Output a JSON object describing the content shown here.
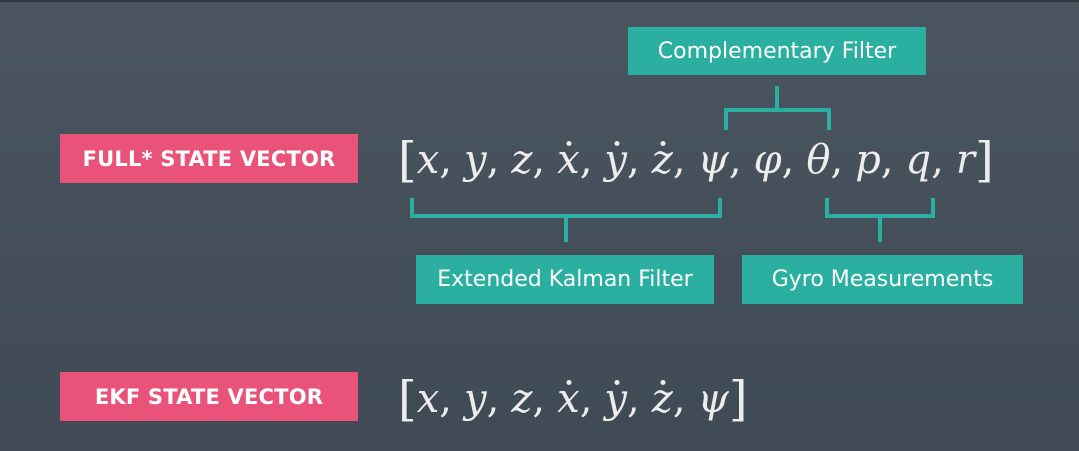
{
  "full_vector": {
    "label": "FULL* STATE VECTOR",
    "open": "[",
    "close": "]",
    "separator": ",",
    "vars": [
      {
        "sym": "x",
        "dot": false
      },
      {
        "sym": "y",
        "dot": false
      },
      {
        "sym": "z",
        "dot": false
      },
      {
        "sym": "x",
        "dot": true
      },
      {
        "sym": "y",
        "dot": true
      },
      {
        "sym": "z",
        "dot": true
      },
      {
        "sym": "ψ",
        "dot": false
      },
      {
        "sym": "φ",
        "dot": false
      },
      {
        "sym": "θ",
        "dot": false
      },
      {
        "sym": "p",
        "dot": false
      },
      {
        "sym": "q",
        "dot": false
      },
      {
        "sym": "r",
        "dot": false
      }
    ]
  },
  "ekf_vector": {
    "label": "EKF STATE VECTOR",
    "open": "[",
    "close": "]",
    "separator": ",",
    "vars": [
      {
        "sym": "x",
        "dot": false
      },
      {
        "sym": "y",
        "dot": false
      },
      {
        "sym": "z",
        "dot": false
      },
      {
        "sym": "x",
        "dot": true
      },
      {
        "sym": "y",
        "dot": true
      },
      {
        "sym": "z",
        "dot": true
      },
      {
        "sym": "ψ",
        "dot": false
      }
    ]
  },
  "annotations": {
    "complementary": "Complementary Filter",
    "ekf": "Extended Kalman Filter",
    "gyro": "Gyro Measurements"
  },
  "colors": {
    "label_pink": "#e9537a",
    "annotation_teal": "#2bafa0",
    "background": "#46515c",
    "math_text": "#ececec"
  }
}
